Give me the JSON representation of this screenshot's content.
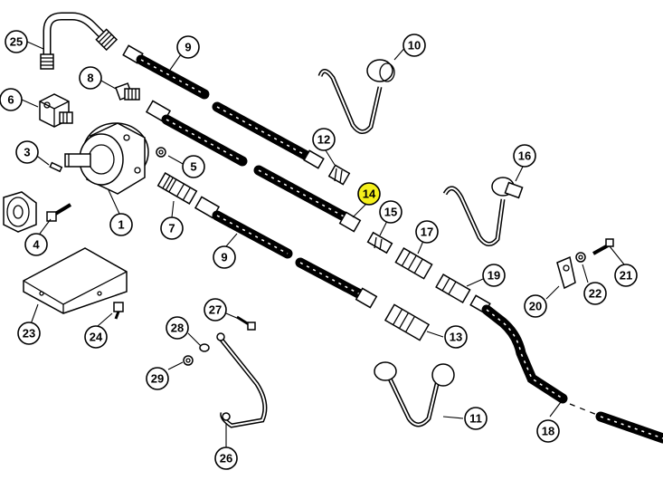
{
  "highlight_color": "#f5f01c",
  "callouts": [
    {
      "id": "c25",
      "label": "25",
      "highlighted": false
    },
    {
      "id": "c9a",
      "label": "9",
      "highlighted": false
    },
    {
      "id": "c10",
      "label": "10",
      "highlighted": false
    },
    {
      "id": "c8",
      "label": "8",
      "highlighted": false
    },
    {
      "id": "c6",
      "label": "6",
      "highlighted": false
    },
    {
      "id": "c12",
      "label": "12",
      "highlighted": false
    },
    {
      "id": "c3",
      "label": "3",
      "highlighted": false
    },
    {
      "id": "c5",
      "label": "5",
      "highlighted": false
    },
    {
      "id": "c14",
      "label": "14",
      "highlighted": true
    },
    {
      "id": "c16",
      "label": "16",
      "highlighted": false
    },
    {
      "id": "c15",
      "label": "15",
      "highlighted": false
    },
    {
      "id": "c1",
      "label": "1",
      "highlighted": false
    },
    {
      "id": "c7",
      "label": "7",
      "highlighted": false
    },
    {
      "id": "c17",
      "label": "17",
      "highlighted": false
    },
    {
      "id": "c4",
      "label": "4",
      "highlighted": false
    },
    {
      "id": "c9b",
      "label": "9",
      "highlighted": false
    },
    {
      "id": "c21",
      "label": "21",
      "highlighted": false
    },
    {
      "id": "c19",
      "label": "19",
      "highlighted": false
    },
    {
      "id": "c20",
      "label": "20",
      "highlighted": false
    },
    {
      "id": "c22",
      "label": "22",
      "highlighted": false
    },
    {
      "id": "c27",
      "label": "27",
      "highlighted": false
    },
    {
      "id": "c23",
      "label": "23",
      "highlighted": false
    },
    {
      "id": "c28",
      "label": "28",
      "highlighted": false
    },
    {
      "id": "c13",
      "label": "13",
      "highlighted": false
    },
    {
      "id": "c24",
      "label": "24",
      "highlighted": false
    },
    {
      "id": "c29",
      "label": "29",
      "highlighted": false
    },
    {
      "id": "c11",
      "label": "11",
      "highlighted": false
    },
    {
      "id": "c18",
      "label": "18",
      "highlighted": false
    },
    {
      "id": "c26",
      "label": "26",
      "highlighted": false
    }
  ]
}
